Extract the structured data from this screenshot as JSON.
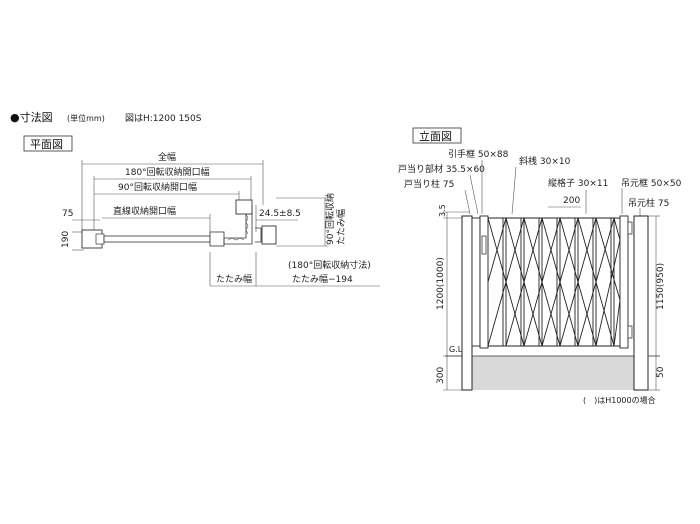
{
  "header": {
    "title": "●寸法図",
    "unit": "(単位mm)",
    "note": "図はH:1200 150S"
  },
  "plan": {
    "box_title": "平面図",
    "dims": {
      "full_width": "全幅",
      "open_180": "180°回転収納開口幅",
      "open_90": "90°回転収納開口幅",
      "open_straight": "直線収納開口幅",
      "left_75": "75",
      "depth_190": "190",
      "offset": "24.5±8.5",
      "fold_90": "90°回転収納\nたたみ幅",
      "rot_180_note": "(180°回転収納寸法)",
      "fold_width": "たたみ幅",
      "fold_width_minus": "たたみ幅−194"
    }
  },
  "elevation": {
    "box_title": "立面図",
    "labels": {
      "pull_frame": "引手框 50×88",
      "diagonal": "斜桟 30×10",
      "stopper_part": "戸当り部材 35.5×60",
      "stopper_post": "戸当り柱 75",
      "vertical_bar": "縦格子 30×11",
      "hanging_frame": "吊元框 50×50",
      "hanging_post": "吊元柱 75",
      "pitch": "200",
      "top_35": "3.5",
      "height_left": "1200(1000)",
      "height_right": "1150(950)",
      "ground": "G.L.",
      "bury_300": "300",
      "bury_50": "50"
    },
    "footnote": "(　)はH1000の場合"
  }
}
